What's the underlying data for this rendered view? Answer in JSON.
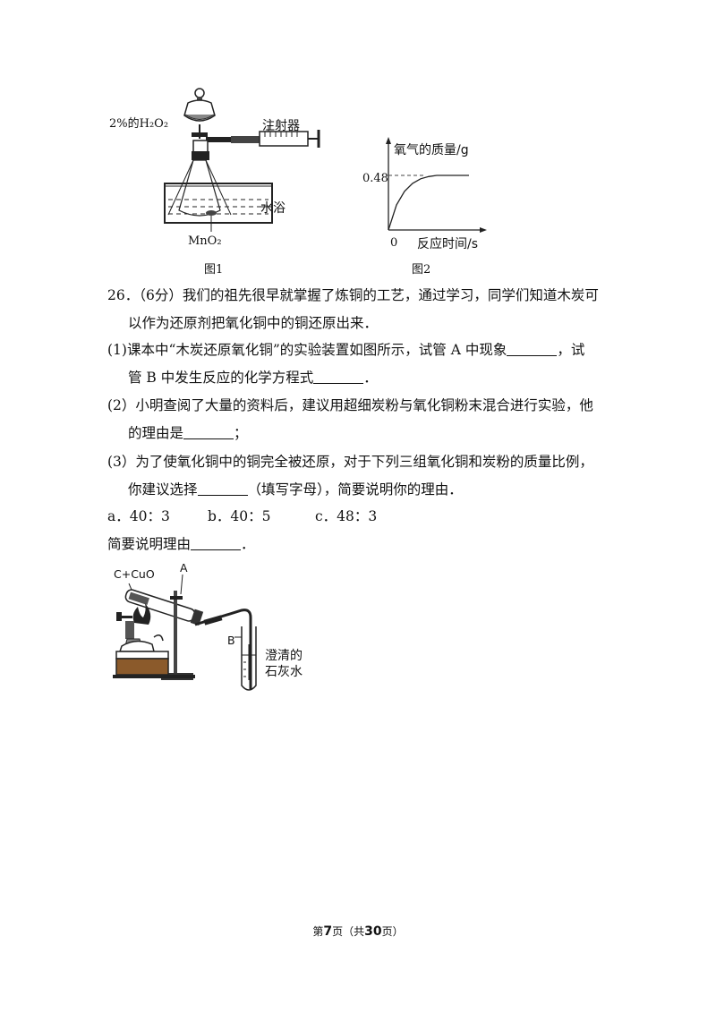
{
  "figure1": {
    "h2o2_label": "2%的H₂O₂",
    "syringe_label": "注射器",
    "bath_label": "水浴",
    "catalyst_label": "MnO₂",
    "caption": "图1"
  },
  "figure2": {
    "caption": "图2",
    "ylabel": "氧气的质量/g",
    "xlabel": "反应时间/s",
    "origin": "0",
    "y_mark": "0.48"
  },
  "chart_data": {
    "type": "line",
    "title": "",
    "xlabel": "反应时间/s",
    "ylabel": "氧气的质量/g",
    "series": [
      {
        "x": [
          0,
          1,
          2,
          3,
          4,
          5,
          6,
          8,
          10
        ],
        "y": [
          0,
          0.22,
          0.34,
          0.41,
          0.45,
          0.47,
          0.48,
          0.48,
          0.48
        ]
      }
    ],
    "reference_line": 0.48
  },
  "question": {
    "stem_line1": "26．（6分）我们的祖先很早就掌握了炼铜的工艺，通过学习，同学们知道木炭可",
    "stem_line2": "以作为还原剂把氧化铜中的铜还原出来．",
    "q1_line1_a": "(1)课本中“木炭还原氧化铜”的实验装置如图所示，试管 A 中现象",
    "q1_line1_b": "，试",
    "q1_line2_a": "管 B 中发生反应的化学方程式",
    "q1_line2_b": "．",
    "q2_line1": "(2）小明查阅了大量的资料后，建议用超细炭粉与氧化铜粉末混合进行实验，他",
    "q2_line2_a": "的理由是",
    "q2_line2_b": "；",
    "q3_line1": "(3）为了使氧化铜中的铜完全被还原，对于下列三组氧化铜和炭粉的质量比例，",
    "q3_line2_a": "你建议选择",
    "q3_line2_b": "（填写字母），简要说明你的理由．",
    "options": [
      "a．40：3",
      "b．40：5",
      "c．48：3"
    ],
    "reason_a": "简要说明理由",
    "reason_b": "．"
  },
  "figure3": {
    "reactant_label": "C+CuO",
    "tube_a_label": "A",
    "tube_b_label": "B",
    "limewater_line1": "澄清的",
    "limewater_line2": "石灰水"
  },
  "footer": {
    "page_prefix": "第",
    "page_num": "7",
    "page_mid": "页（共",
    "page_total": "30",
    "page_suffix": "页）"
  }
}
